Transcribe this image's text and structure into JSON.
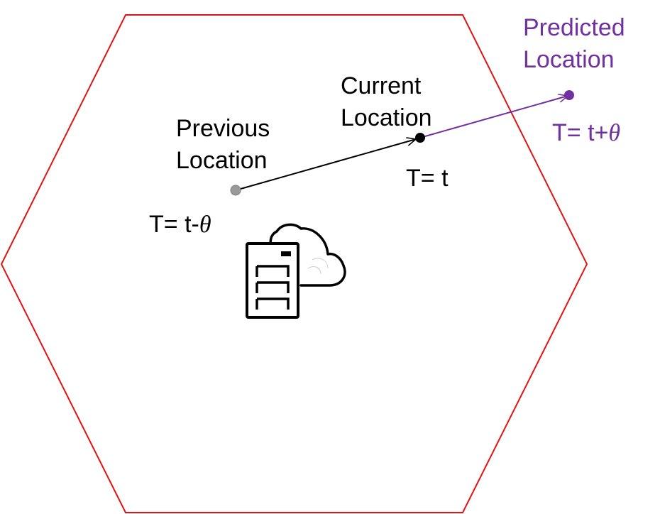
{
  "colors": {
    "cell_border": "#e01414",
    "text": "#000000",
    "previous_point": "#9a9a9a",
    "current_point": "#000000",
    "predicted": "#7030a0"
  },
  "labels": {
    "previous_line1": "Previous",
    "previous_line2": "Location",
    "current_line1": "Current",
    "current_line2": "Location",
    "predicted_line1": "Predicted",
    "predicted_line2": "Location",
    "t_previous_prefix": "T= t-",
    "t_current": "T= t",
    "t_predicted_prefix": "T= t+",
    "theta": "θ"
  },
  "icons": {
    "edge_server": "server-cloud-icon"
  }
}
